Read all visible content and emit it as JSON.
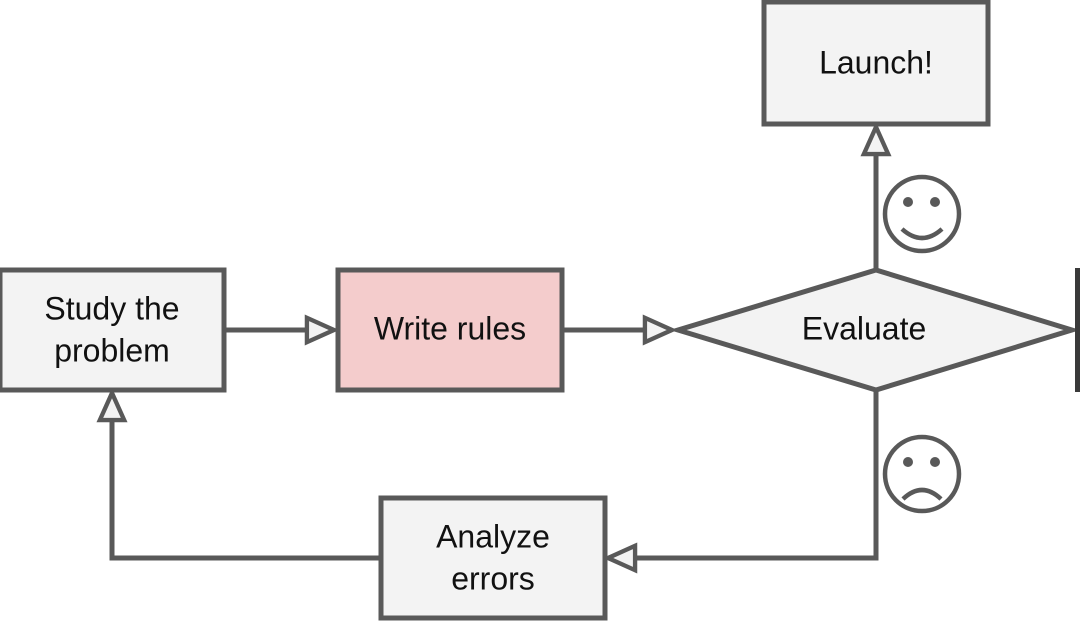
{
  "diagram": {
    "nodes": {
      "study": {
        "line1": "Study the",
        "line2": "problem"
      },
      "write": {
        "label": "Write rules"
      },
      "evaluate": {
        "label": "Evaluate"
      },
      "launch": {
        "label": "Launch!"
      },
      "analyze": {
        "line1": "Analyze",
        "line2": "errors"
      }
    },
    "icons": {
      "success": "smiley-face-icon",
      "failure": "sad-face-icon"
    },
    "colors": {
      "highlight": "#f4cccc",
      "node_fill": "#f3f3f3",
      "stroke": "#595959"
    }
  }
}
